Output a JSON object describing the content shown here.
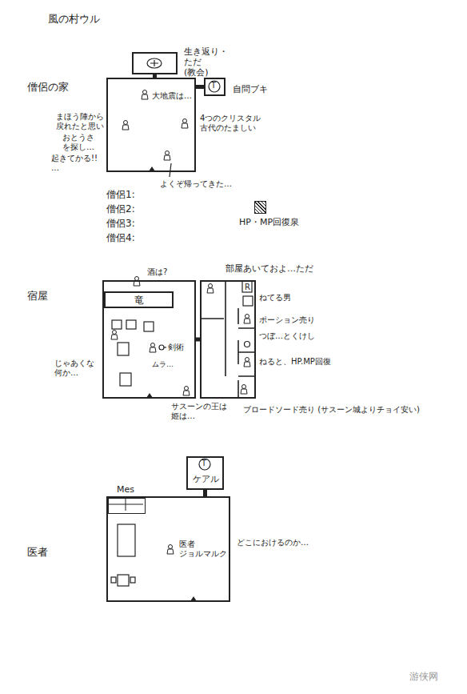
{
  "diagram": {
    "title": "風の村ウル",
    "nodes": [
      {
        "text": [
          "僧侶の家"
        ]
      },
      {
        "text": [
          "生き返り・ただ (教会)"
        ]
      },
      {
        "text": [
          "自問ブキ"
        ]
      },
      {
        "text": [
          "HP・MP回復泉"
        ],
        "in": 0
      },
      {
        "text": [
          "宿屋"
        ]
      },
      {
        "text": [
          "竜"
        ],
        "in": 4
      },
      {
        "text": [
          "部屋あいておよ…ただ"
        ]
      },
      {
        "text": [
          "医者"
        ]
      },
      {
        "text": [
          "ケアル"
        ]
      },
      {
        "text": [
          "Mes"
        ],
        "in": 7
      }
    ],
    "edges": [
      {
        "from": 1,
        "to": 0,
        "arrow": "none"
      },
      {
        "from": 0,
        "to": 2,
        "arrow": "none"
      },
      {
        "from": 4,
        "to": 6,
        "arrow": "none"
      },
      {
        "from": 8,
        "to": 7,
        "arrow": "none"
      }
    ],
    "labels": [
      "T",
      "大地震は…",
      "4つのクリスタル 古代のたましい",
      "まほう陣から 戻れたと思い",
      "おとうさ を探し…",
      "起きてかる!! …",
      "よくぞ帰ってきた…",
      "僧侶1:",
      "僧侶2:",
      "僧侶3:",
      "僧侶4:",
      "酒は?",
      "じゃあくな 何か…",
      "剣術",
      "ムラ…",
      "サスーンの王は 姫は…",
      "R",
      "ねてる男",
      "ポーション売り",
      "つぼ…とくけし",
      "ねると、HP.MP回復",
      "ブロードソード売り (サスーン城よりチョイ安い)",
      "T",
      "医者 ジョルマルク",
      "どこにおけるのか…",
      "游侠网"
    ]
  }
}
